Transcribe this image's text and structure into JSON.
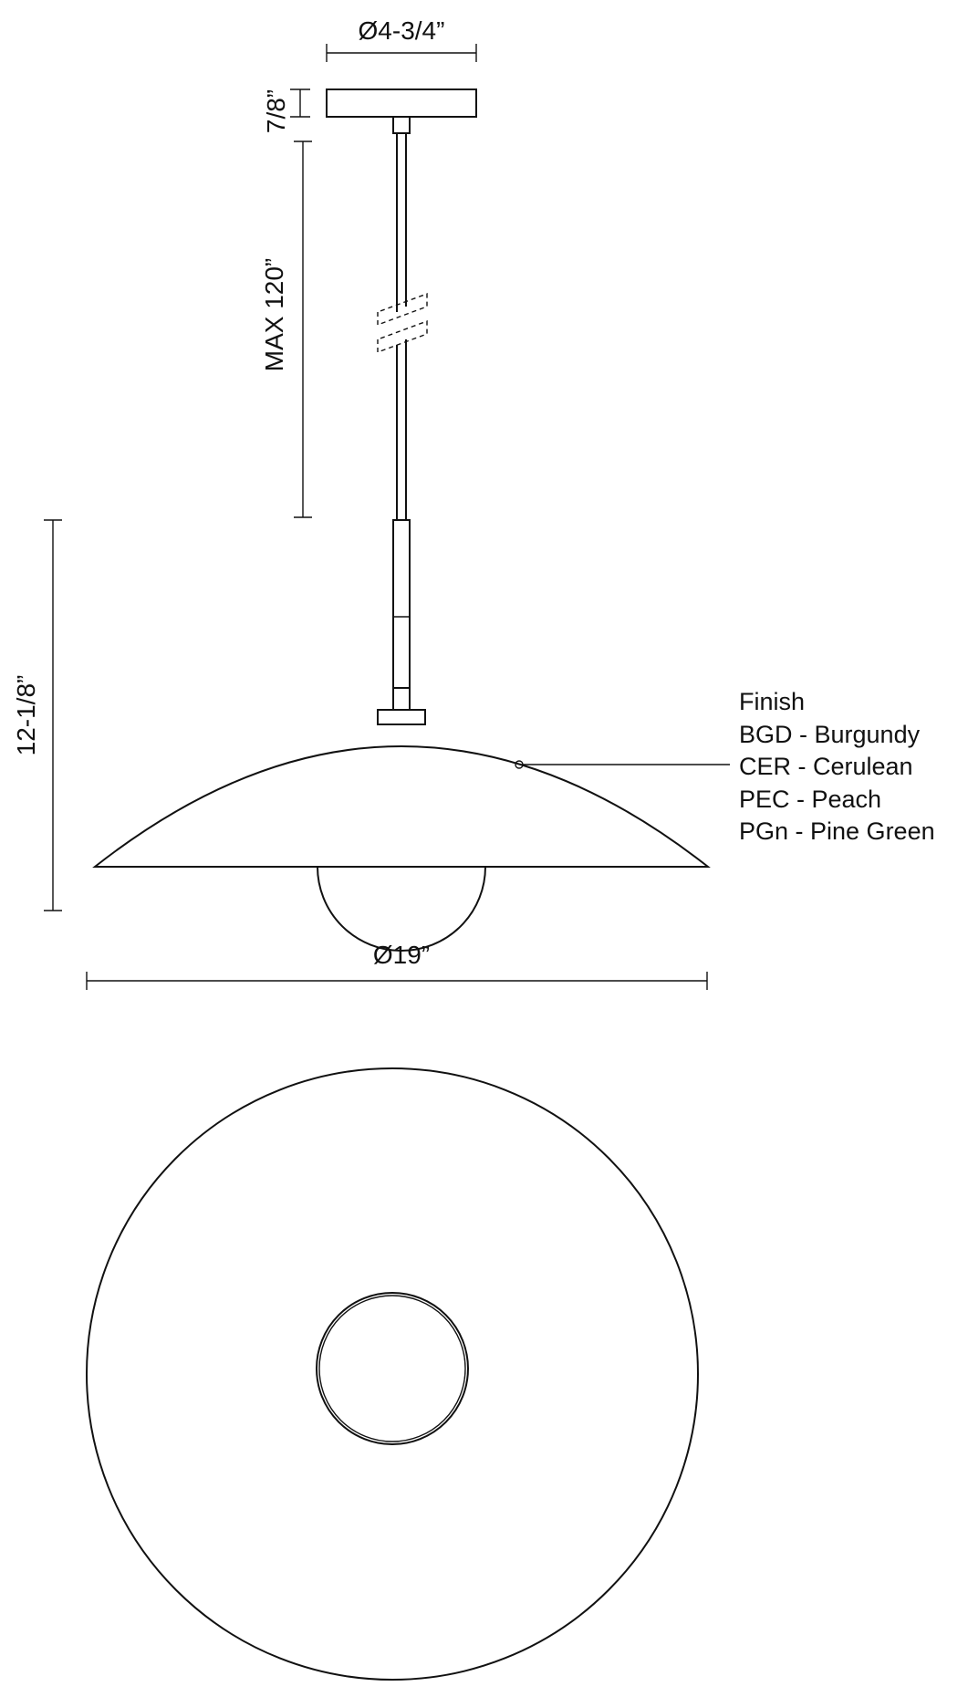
{
  "dimensions": {
    "canopy_diameter": "Ø4-3/4”",
    "canopy_height": "7/8”",
    "stem_length": "MAX 120”",
    "fixture_height": "12-1/8”",
    "shade_diameter": "Ø19”"
  },
  "finish": {
    "heading": "Finish",
    "options": [
      "BGD - Burgundy",
      "CER - Cerulean",
      "PEC - Peach",
      "PGn - Pine Green"
    ]
  }
}
